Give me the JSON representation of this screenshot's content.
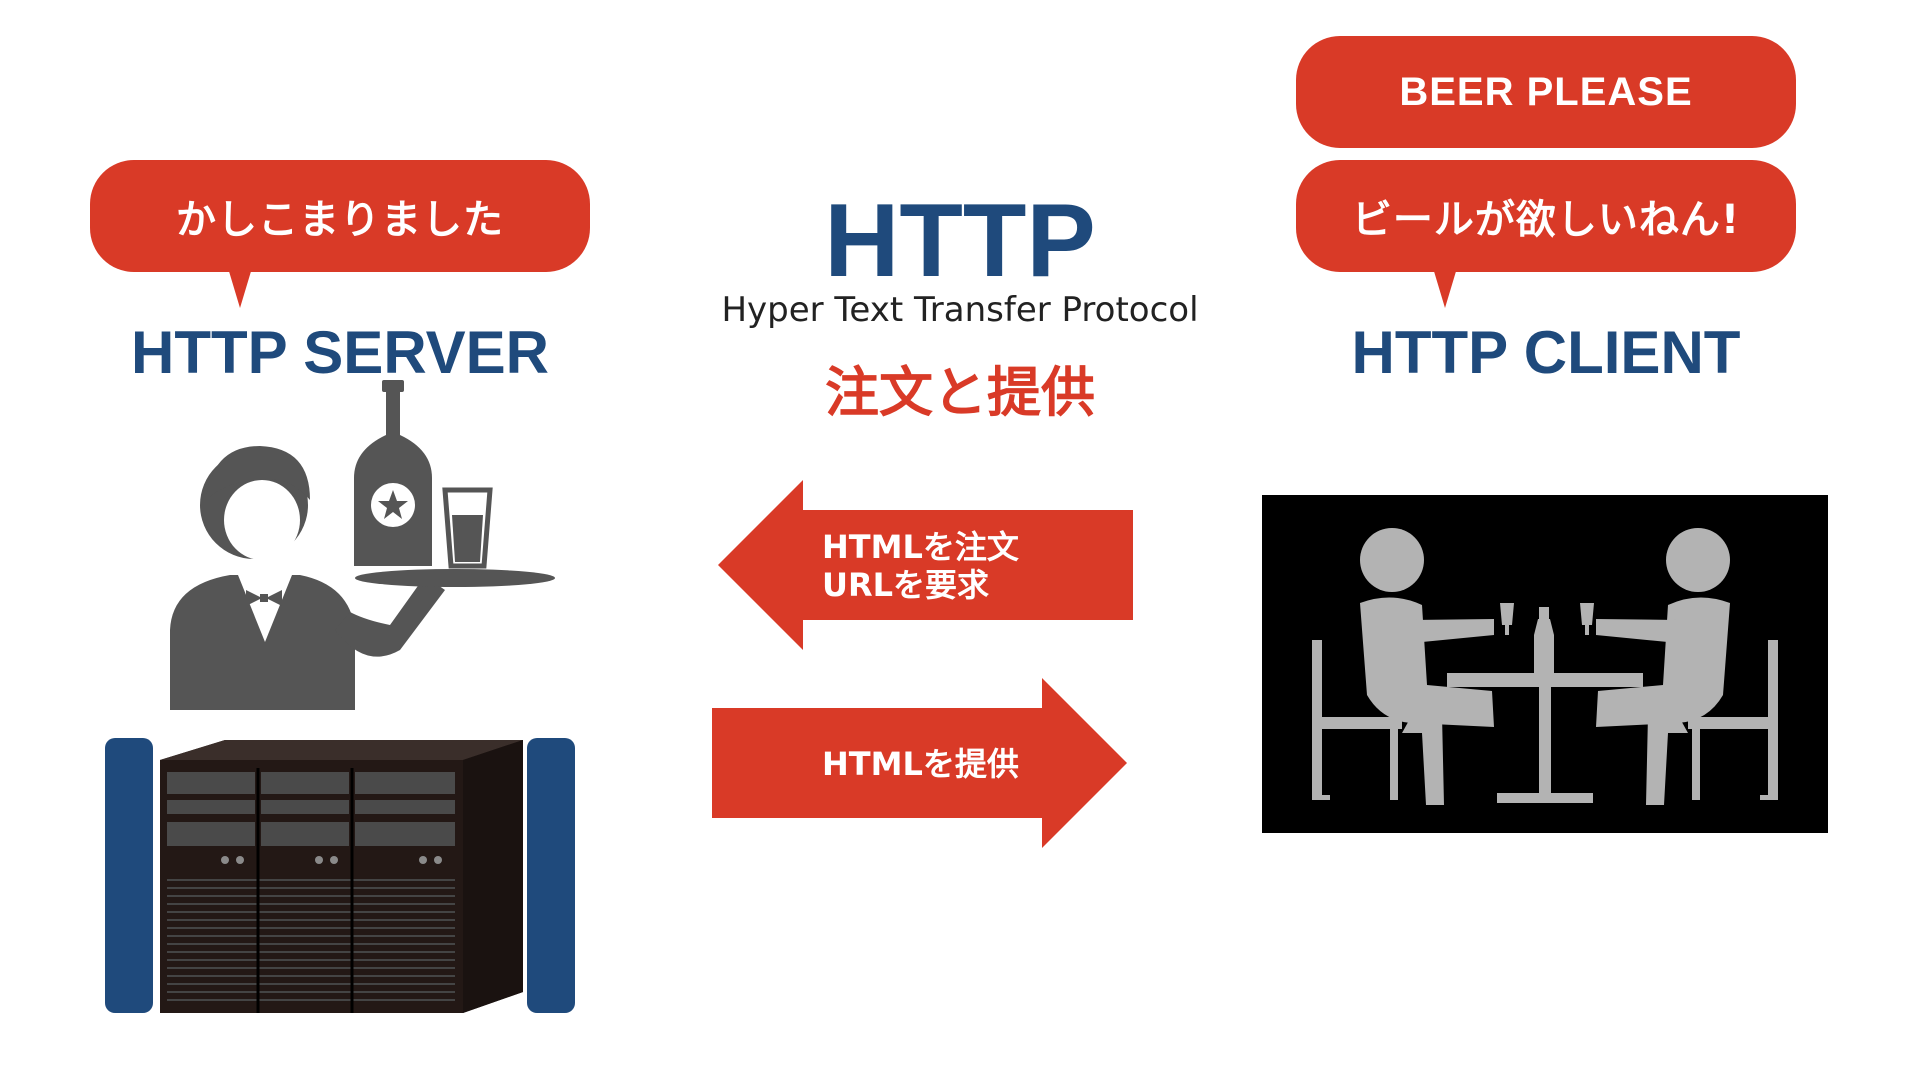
{
  "server": {
    "speech": "かしこまりました",
    "title": "HTTP SERVER"
  },
  "center": {
    "title": "HTTP",
    "subtitle": "Hyper Text Transfer Protocol",
    "tagline": "注文と提供"
  },
  "client": {
    "speech_top": "BEER PLEASE",
    "speech_bottom": "ビールが欲しいねん!",
    "title": "HTTP CLIENT"
  },
  "arrows": {
    "request_line1": "HTMLを注文",
    "request_line2": "URLを要求",
    "response": "HTMLを提供"
  },
  "colors": {
    "accent_red": "#d93a27",
    "navy": "#1f4a7c",
    "icon_gray": "#555555",
    "scene_bg": "#000000"
  }
}
